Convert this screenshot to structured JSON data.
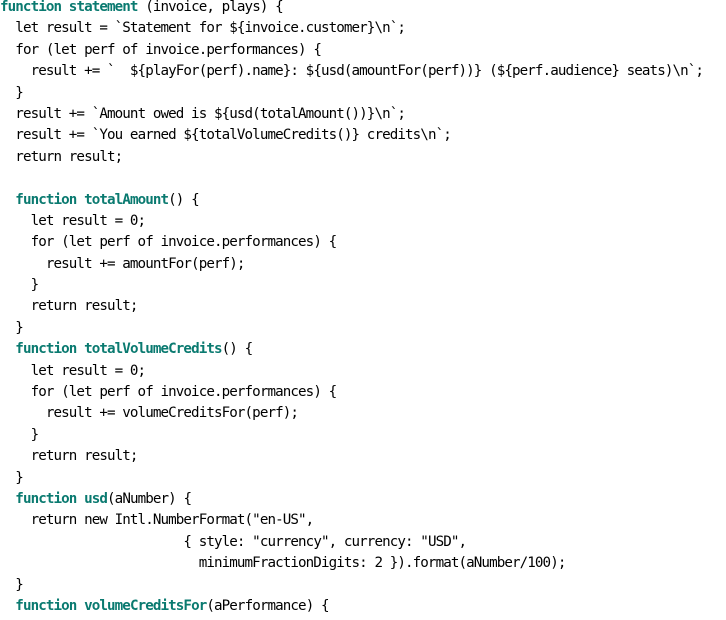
{
  "colors": {
    "keyword": "#0a7a70",
    "text": "#000000",
    "background": "#ffffff"
  },
  "code": {
    "kw_function": "function",
    "lines": [
      {
        "indent": 0,
        "fn": "statement",
        "rest": " (invoice, plays) {"
      },
      {
        "indent": 1,
        "text": "let result = `Statement for ${invoice.customer}\\n`;"
      },
      {
        "indent": 1,
        "text": "for (let perf of invoice.performances) {"
      },
      {
        "indent": 2,
        "text": "result += `  ${playFor(perf).name}: ${usd(amountFor(perf))} (${perf.audience} seats)\\n`;"
      },
      {
        "indent": 1,
        "text": "}"
      },
      {
        "indent": 1,
        "text": "result += `Amount owed is ${usd(totalAmount())}\\n`;"
      },
      {
        "indent": 1,
        "text": "result += `You earned ${totalVolumeCredits()} credits\\n`;"
      },
      {
        "indent": 1,
        "text": "return result;"
      },
      {
        "blank": true
      },
      {
        "indent": 1,
        "fn": "totalAmount",
        "rest": "() {"
      },
      {
        "indent": 2,
        "text": "let result = 0;"
      },
      {
        "indent": 2,
        "text": "for (let perf of invoice.performances) {"
      },
      {
        "indent": 3,
        "text": "result += amountFor(perf);"
      },
      {
        "indent": 2,
        "text": "}"
      },
      {
        "indent": 2,
        "text": "return result;"
      },
      {
        "indent": 1,
        "text": "}"
      },
      {
        "indent": 1,
        "fn": "totalVolumeCredits",
        "rest": "() {"
      },
      {
        "indent": 2,
        "text": "let result = 0;"
      },
      {
        "indent": 2,
        "text": "for (let perf of invoice.performances) {"
      },
      {
        "indent": 3,
        "text": "result += volumeCreditsFor(perf);"
      },
      {
        "indent": 2,
        "text": "}"
      },
      {
        "indent": 2,
        "text": "return result;"
      },
      {
        "indent": 1,
        "text": "}"
      },
      {
        "indent": 1,
        "fn": "usd",
        "rest": "(aNumber) {"
      },
      {
        "indent": 2,
        "text": "return new Intl.NumberFormat(\"en-US\","
      },
      {
        "indent": 0,
        "pad": 24,
        "text": "{ style: \"currency\", currency: \"USD\","
      },
      {
        "indent": 0,
        "pad": 26,
        "text": "minimumFractionDigits: 2 }).format(aNumber/100);"
      },
      {
        "indent": 1,
        "text": "}"
      },
      {
        "indent": 1,
        "fn": "volumeCreditsFor",
        "rest": "(aPerformance) {"
      }
    ]
  }
}
